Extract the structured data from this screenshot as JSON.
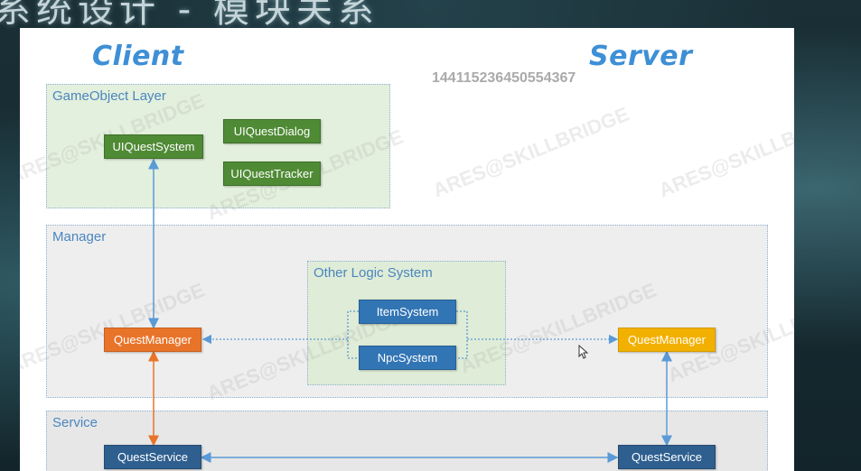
{
  "banner": {
    "title": "系统设计 - 模块关系"
  },
  "headers": {
    "client": "Client",
    "server": "Server"
  },
  "id_text": "144115236450554367",
  "regions": {
    "gameobject_layer": "GameObject Layer",
    "manager": "Manager",
    "other_logic": "Other Logic System",
    "service": "Service"
  },
  "nodes": {
    "ui_quest_system": "UIQuestSystem",
    "ui_quest_dialog": "UIQuestDialog",
    "ui_quest_tracker": "UIQuestTracker",
    "item_system": "ItemSystem",
    "npc_system": "NpcSystem",
    "client_quest_manager": "QuestManager",
    "server_quest_manager": "QuestManager",
    "client_quest_service": "QuestService",
    "server_quest_service": "QuestService"
  },
  "watermark": "ARES@SKILLBRIDGE",
  "colors": {
    "accent_blue": "#3e8fd6",
    "green_box": "#4f8a35",
    "orange_box": "#e8742a",
    "yellow_box": "#f2b000",
    "service_box": "#2f5f8f",
    "logic_box": "#3275b5"
  }
}
